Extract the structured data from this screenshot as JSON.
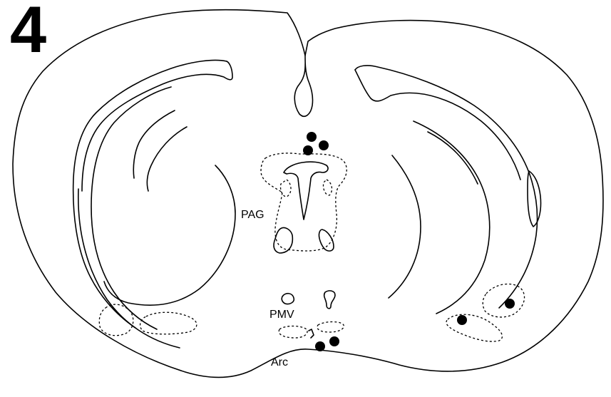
{
  "figure": {
    "number": "4",
    "labels": {
      "pag": "PAG",
      "pmv": "PMV",
      "arc": "Arc"
    },
    "marker_color": "#000000",
    "line_color": "#000000"
  }
}
